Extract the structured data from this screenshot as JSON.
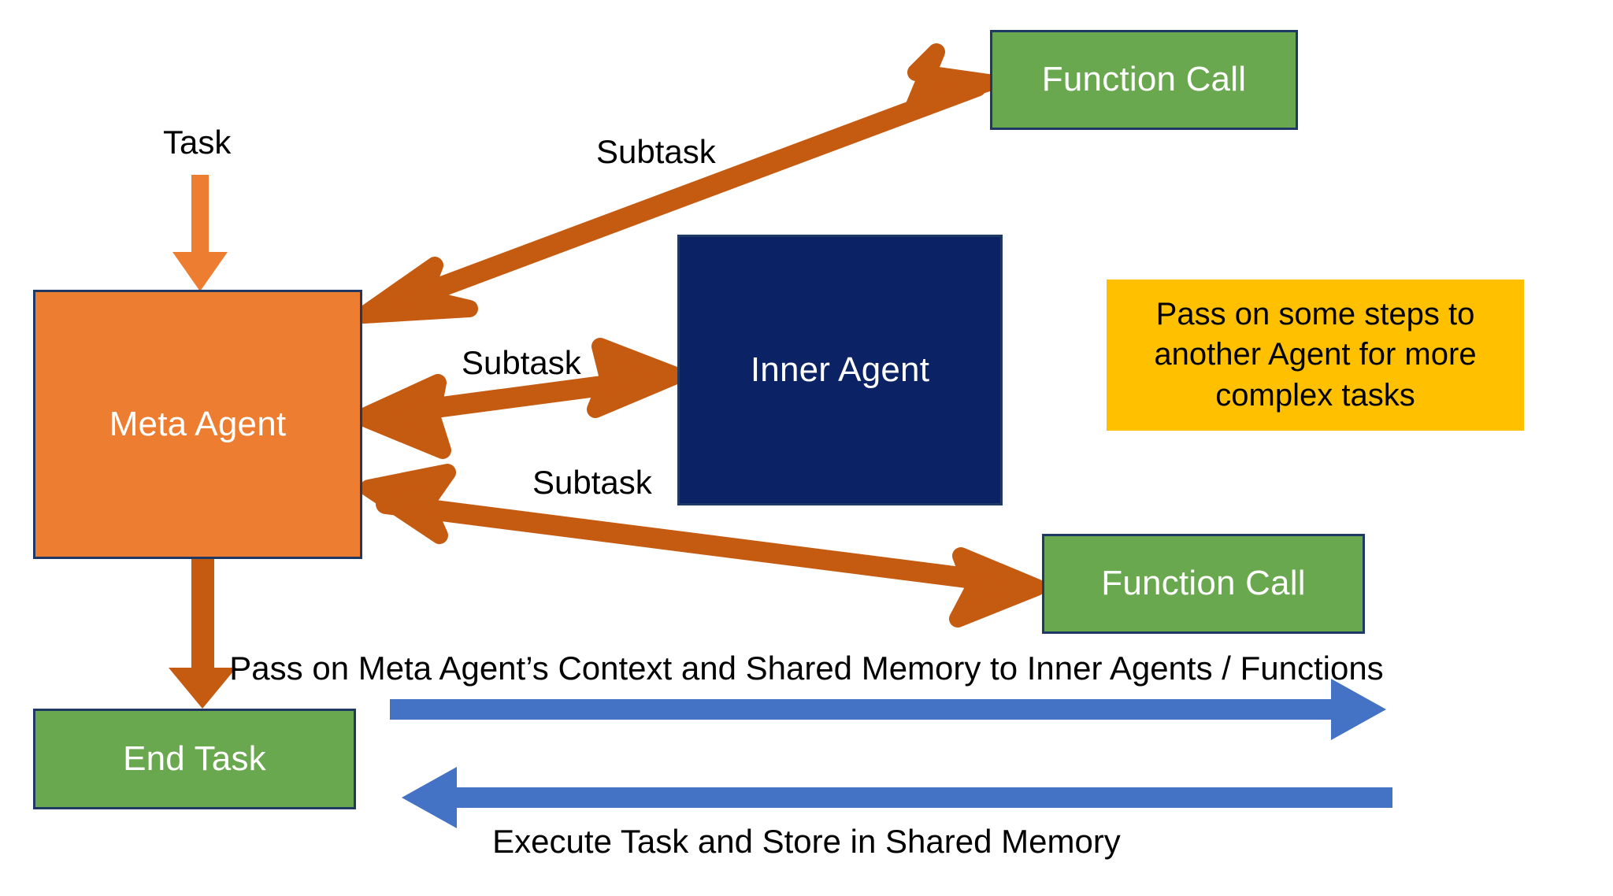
{
  "diagram": {
    "title_text_present": false,
    "colors": {
      "meta_agent_fill": "#ED7D31",
      "function_call_fill": "#6AA84F",
      "inner_agent_fill": "#0B2265",
      "callout_fill": "#FFC000",
      "node_border": "#1F3864",
      "orange_arrow": "#C55A11",
      "light_orange_arrow": "#ED7D31",
      "blue_arrow": "#4472C4",
      "text_dark": "#000000",
      "text_light": "#FFFFFF",
      "background": "#FFFFFF"
    },
    "nodes": {
      "meta_agent": "Meta Agent",
      "inner_agent": "Inner Agent",
      "function_call_top": "Function Call",
      "function_call_bottom": "Function Call",
      "end_task": "End Task"
    },
    "callout": {
      "text": "Pass on some steps to another Agent for more complex tasks"
    },
    "edge_labels": {
      "task_in": "Task",
      "subtask_top": "Subtask",
      "subtask_middle": "Subtask",
      "subtask_bottom": "Subtask"
    },
    "captions": {
      "forward": "Pass on Meta Agent’s Context and Shared Memory to Inner Agents / Functions",
      "backward": "Execute Task and Store in Shared Memory"
    },
    "icons": {
      "arrow_down_task": "arrow-down-icon",
      "arrow_down_end_task": "arrow-down-icon",
      "arrow_double_top": "double-arrow-icon",
      "arrow_double_middle": "double-arrow-icon",
      "arrow_double_bottom": "double-arrow-icon",
      "arrow_right_blue": "arrow-right-icon",
      "arrow_left_blue": "arrow-left-icon"
    }
  }
}
